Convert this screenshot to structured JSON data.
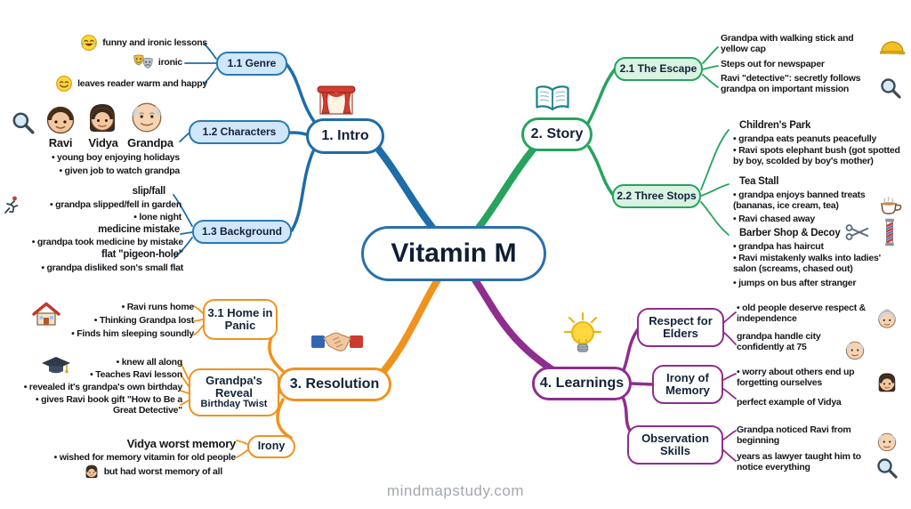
{
  "center": {
    "title": "Vitamin M"
  },
  "watermark": "mindmapstudy.com",
  "colors": {
    "intro": "#1e6ca8",
    "intro_fill": "#cfe7f8",
    "story": "#27a35e",
    "story_fill": "#d8f3e2",
    "resolution": "#f0921e",
    "learnings": "#8e2e8e"
  },
  "icons": {
    "laughing-emoji": "face with tears of joy",
    "theater-masks": "comedy and tragedy masks",
    "smiling-emoji": "smiling face",
    "magnifier": "magnifying glass",
    "ravi-face": "boy face",
    "vidya-face": "woman face",
    "grandpa-face": "old man face",
    "running-person": "person slipping/running",
    "theater-stage": "stage with red curtains",
    "open-book": "open book",
    "yellow-cap": "yellow cap",
    "tea-cup": "cup of tea",
    "scissors": "scissors",
    "barber-pole": "barber pole",
    "house": "house",
    "graduation-cap": "graduation cap",
    "handshake": "handshake",
    "lightbulb": "glowing light bulb",
    "old-lady": "old lady face",
    "old-man": "old man face",
    "woman": "woman face"
  },
  "branches": {
    "intro": {
      "label": "1. Intro",
      "genre": {
        "label": "1.1 Genre",
        "items": [
          {
            "icon": "laughing-emoji",
            "text": "funny and ironic lessons"
          },
          {
            "icon": "theater-masks",
            "text": "ironic"
          },
          {
            "icon": "smiling-emoji",
            "text": "leaves reader warm and happy"
          }
        ]
      },
      "characters": {
        "label": "1.2 Characters",
        "names": [
          "Ravi",
          "Vidya",
          "Grandpa"
        ],
        "items": [
          "• young boy enjoying holidays",
          "• given job to watch grandpa"
        ]
      },
      "background": {
        "label": "1.3 Background",
        "sections": [
          {
            "title": "slip/fall",
            "items": [
              "• grandpa slipped/fell in garden",
              "• lone night"
            ]
          },
          {
            "title": "medicine mistake",
            "items": [
              "• grandpa took medicine by mistake"
            ]
          },
          {
            "title": "flat \"pigeon-hole\"",
            "items": [
              "• grandpa disliked son's small flat"
            ]
          }
        ]
      }
    },
    "story": {
      "label": "2. Story",
      "escape": {
        "label": "2.1 The Escape",
        "items": [
          "Grandpa with walking stick and yellow cap",
          "Steps out for newspaper",
          "Ravi \"detective\": secretly follows grandpa on important mission"
        ]
      },
      "three_stops": {
        "label": "2.2 Three Stops",
        "sections": [
          {
            "title": "Children's Park",
            "items": [
              "• grandpa eats peanuts peacefully",
              "• Ravi spots elephant bush (got spotted by boy, scolded by boy's mother)"
            ]
          },
          {
            "title": "Tea Stall",
            "items": [
              "• grandpa enjoys banned treats (bananas, ice cream, tea)",
              "• Ravi chased away"
            ]
          },
          {
            "title": "Barber Shop & Decoy",
            "items": [
              "• grandpa has haircut",
              "• Ravi mistakenly walks into ladies' salon (screams, chased out)",
              "• jumps on bus after stranger"
            ]
          }
        ]
      }
    },
    "resolution": {
      "label": "3. Resolution",
      "home": {
        "label": "3.1 Home in Panic",
        "items": [
          "• Ravi runs home",
          "• Thinking Grandpa lost",
          "• Finds him sleeping soundly"
        ]
      },
      "reveal": {
        "label": "Grandpa's Reveal",
        "sublabel": "Birthday Twist",
        "items": [
          "• knew all along",
          "• Teaches Ravi lesson",
          "• revealed it's grandpa's own birthday",
          "• gives Ravi book gift \"How to Be a Great Detective\""
        ]
      },
      "irony": {
        "label": "Irony",
        "title": "Vidya worst memory",
        "items": [
          "• wished for memory vitamin for old people",
          "but had worst memory of all"
        ]
      }
    },
    "learnings": {
      "label": "4. Learnings",
      "respect": {
        "label": "Respect for Elders",
        "items": [
          "• old people deserve respect & independence",
          "grandpa handle city confidently at 75"
        ]
      },
      "irony_memory": {
        "label": "Irony of Memory",
        "items": [
          "• worry about others end up forgetting ourselves",
          "perfect example of Vidya"
        ]
      },
      "observation": {
        "label": "Observation Skills",
        "items": [
          "Grandpa noticed Ravi from beginning",
          "years as lawyer taught him to notice everything"
        ]
      }
    }
  }
}
